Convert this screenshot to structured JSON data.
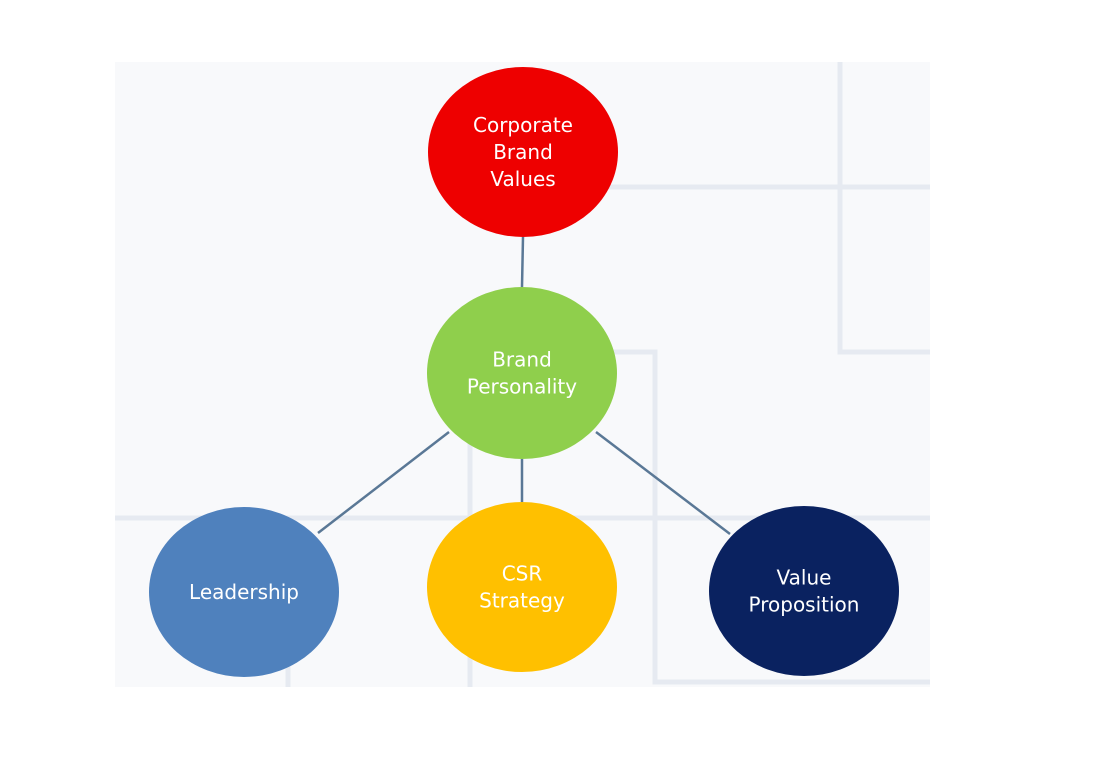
{
  "diagram": {
    "colors": {
      "background_panel": "#f8f9fb",
      "grid_lines": "#e6eaf1",
      "connector": "#5a7896",
      "label_text": "#ffffff"
    },
    "nodes": [
      {
        "id": "corporate-brand-values",
        "lines": [
          "Corporate",
          "Brand",
          "Values"
        ],
        "color": "#ee0000"
      },
      {
        "id": "brand-personality",
        "lines": [
          "Brand",
          "Personality"
        ],
        "color": "#8fcf4c"
      },
      {
        "id": "leadership",
        "lines": [
          "Leadership"
        ],
        "color": "#4f81bd"
      },
      {
        "id": "csr-strategy",
        "lines": [
          "CSR",
          "Strategy"
        ],
        "color": "#ffc000"
      },
      {
        "id": "value-proposition",
        "lines": [
          "Value",
          "Proposition"
        ],
        "color": "#0a2260"
      }
    ],
    "connections": [
      [
        "corporate-brand-values",
        "brand-personality"
      ],
      [
        "brand-personality",
        "leadership"
      ],
      [
        "brand-personality",
        "csr-strategy"
      ],
      [
        "brand-personality",
        "value-proposition"
      ]
    ]
  }
}
